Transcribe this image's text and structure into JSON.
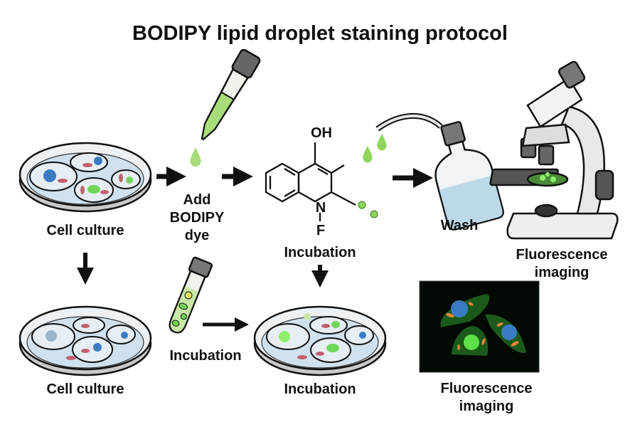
{
  "title": "BODIPY lipid droplet staining protocol",
  "labels": {
    "cell_culture_top": "Cell culture",
    "add_line1": "Add",
    "add_line2": "BODIPY",
    "add_line3": "dye",
    "incubation_top": "Incubation",
    "wash": "Wash",
    "fluor_top_line1": "Fluorescence",
    "fluor_top_line2": "imaging",
    "cell_culture_bottom": "Cell culture",
    "incubation_tube": "Incubation",
    "incubation_bottom": "Incubation",
    "fluor_bottom_line1": "Fluorescence",
    "fluor_bottom_line2": "imaging"
  },
  "molecule": {
    "oh": "OH",
    "n": "N",
    "f": "F"
  },
  "colors": {
    "dye": "#a8de7a",
    "dish": "#dce9f2",
    "nucleus": "#3a7cc4",
    "lipid": "#6fd65a",
    "droplet": "#e88a3a"
  }
}
